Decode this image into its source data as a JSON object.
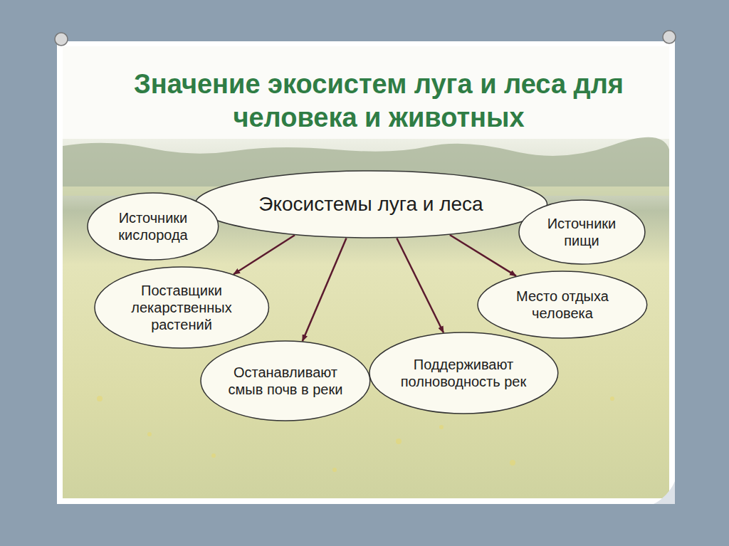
{
  "diagram": {
    "title": "Значение экосистем луга и леса для человека и животных",
    "nodes": [
      {
        "text": [
          "Экосистемы луга и леса"
        ]
      },
      {
        "text": [
          "Источники кислорода"
        ]
      },
      {
        "text": [
          "Источники пищи"
        ]
      },
      {
        "text": [
          "Поставщики лекарственных растений"
        ]
      },
      {
        "text": [
          "Место отдыха человека"
        ]
      },
      {
        "text": [
          "Останавливают смыв почв в реки"
        ]
      },
      {
        "text": [
          "Поддерживают полноводность рек"
        ]
      }
    ],
    "edges": [
      {
        "from": 0,
        "to": 1,
        "arrow": "to"
      },
      {
        "from": 0,
        "to": 2,
        "arrow": "to"
      },
      {
        "from": 0,
        "to": 3,
        "arrow": "to"
      },
      {
        "from": 0,
        "to": 4,
        "arrow": "to"
      },
      {
        "from": 0,
        "to": 5,
        "arrow": "to"
      },
      {
        "from": 0,
        "to": 6,
        "arrow": "to"
      }
    ]
  }
}
